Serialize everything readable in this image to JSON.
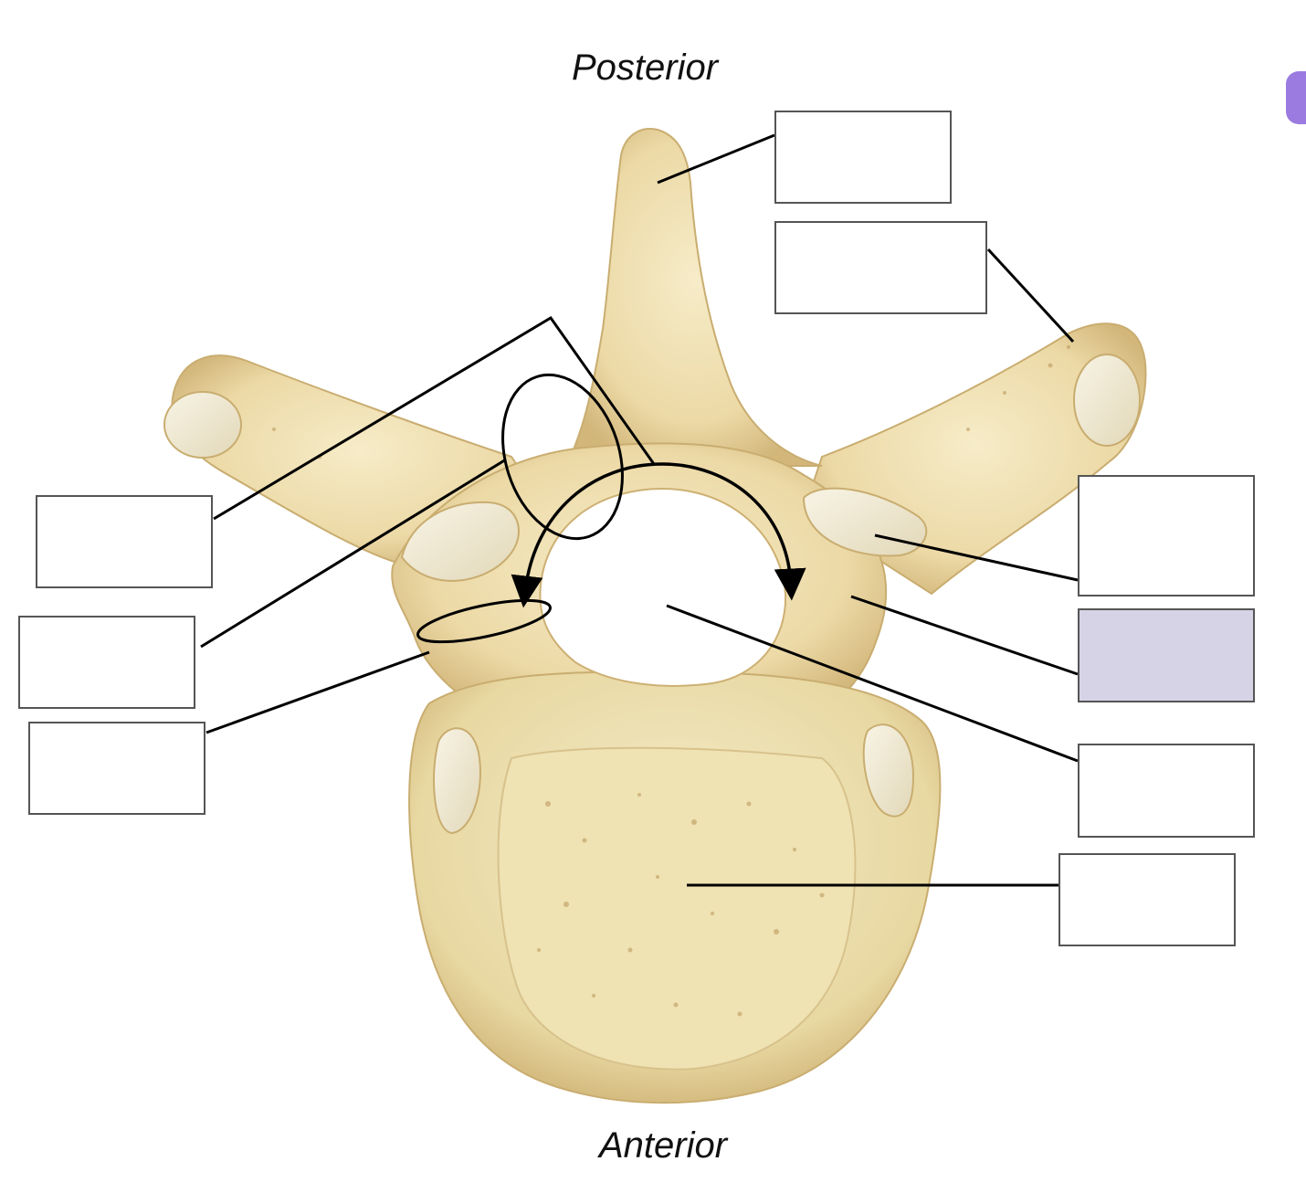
{
  "diagram": {
    "orientation_top": "Posterior",
    "orientation_bottom": "Anterior",
    "label_boxes": [
      {
        "text": "",
        "state": "empty"
      },
      {
        "text": "",
        "state": "empty"
      },
      {
        "text": "",
        "state": "empty"
      },
      {
        "text": "",
        "state": "empty"
      },
      {
        "text": "",
        "state": "empty"
      },
      {
        "text": "",
        "state": "empty"
      },
      {
        "text": "",
        "state": "selected"
      },
      {
        "text": "",
        "state": "empty"
      },
      {
        "text": "",
        "state": "empty"
      }
    ]
  },
  "colors": {
    "bone": "#ecd9a6",
    "bone_shadow": "#d2b67a",
    "bone_light": "#f6ecc8",
    "facet": "#efe9d6",
    "leader_line": "#000000",
    "box_border": "#555555",
    "selected_box_fill": "#d7d3e6",
    "purple_accent": "#9b7be0"
  }
}
